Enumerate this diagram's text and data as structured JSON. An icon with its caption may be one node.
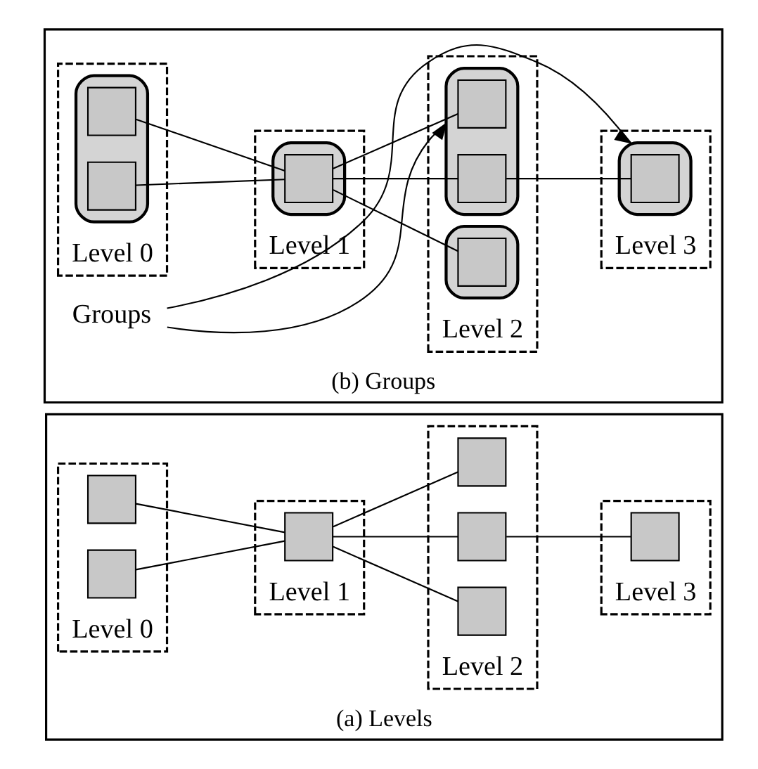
{
  "diagram": {
    "nodes": [
      {
        "text": [
          "(a) Levels"
        ]
      },
      {
        "text": [
          "Level 0"
        ],
        "in": 0
      },
      {
        "text": [],
        "shape": "box",
        "in": 1
      },
      {
        "text": [],
        "shape": "box",
        "in": 1
      },
      {
        "text": [
          "Level 1"
        ],
        "in": 0
      },
      {
        "text": [],
        "shape": "box",
        "in": 4
      },
      {
        "text": [
          "Level 2"
        ],
        "in": 0
      },
      {
        "text": [],
        "shape": "box",
        "in": 6
      },
      {
        "text": [],
        "shape": "box",
        "in": 6
      },
      {
        "text": [],
        "shape": "box",
        "in": 6
      },
      {
        "text": [
          "Level 3"
        ],
        "in": 0
      },
      {
        "text": [],
        "shape": "box",
        "in": 10
      },
      {
        "text": [
          "(b) Groups"
        ]
      },
      {
        "text": [
          "Level 0"
        ],
        "in": 12
      },
      {
        "text": [],
        "shape": "box",
        "in": 13
      },
      {
        "text": [],
        "shape": "box",
        "in": 14
      },
      {
        "text": [],
        "shape": "box",
        "in": 14
      },
      {
        "text": [
          "Level 1"
        ],
        "in": 12
      },
      {
        "text": [],
        "shape": "box",
        "in": 17
      },
      {
        "text": [],
        "shape": "box",
        "in": 18
      },
      {
        "text": [
          "Level 2"
        ],
        "in": 12
      },
      {
        "text": [],
        "shape": "box",
        "in": 20
      },
      {
        "text": [],
        "shape": "box",
        "in": 21
      },
      {
        "text": [],
        "shape": "box",
        "in": 21
      },
      {
        "text": [],
        "shape": "box",
        "in": 20
      },
      {
        "text": [],
        "shape": "box",
        "in": 24
      },
      {
        "text": [
          "Level 3"
        ],
        "in": 12
      },
      {
        "text": [],
        "shape": "box",
        "in": 26
      },
      {
        "text": [],
        "shape": "box",
        "in": 27
      },
      {
        "text": [
          "Groups"
        ],
        "in": 12
      }
    ],
    "edges": [
      {
        "from": 2,
        "to": 5,
        "arrow": "none"
      },
      {
        "from": 3,
        "to": 5,
        "arrow": "none"
      },
      {
        "from": 5,
        "to": 7,
        "arrow": "none"
      },
      {
        "from": 5,
        "to": 8,
        "arrow": "none"
      },
      {
        "from": 5,
        "to": 9,
        "arrow": "none"
      },
      {
        "from": 8,
        "to": 11,
        "arrow": "none"
      },
      {
        "from": 15,
        "to": 19,
        "arrow": "none"
      },
      {
        "from": 16,
        "to": 19,
        "arrow": "none"
      },
      {
        "from": 19,
        "to": 22,
        "arrow": "none"
      },
      {
        "from": 19,
        "to": 23,
        "arrow": "none"
      },
      {
        "from": 19,
        "to": 25,
        "arrow": "none"
      },
      {
        "from": 23,
        "to": 28,
        "arrow": "none"
      },
      {
        "from": 29,
        "to": 21,
        "arrow": "to"
      },
      {
        "from": 29,
        "to": 27,
        "arrow": "to"
      }
    ]
  }
}
